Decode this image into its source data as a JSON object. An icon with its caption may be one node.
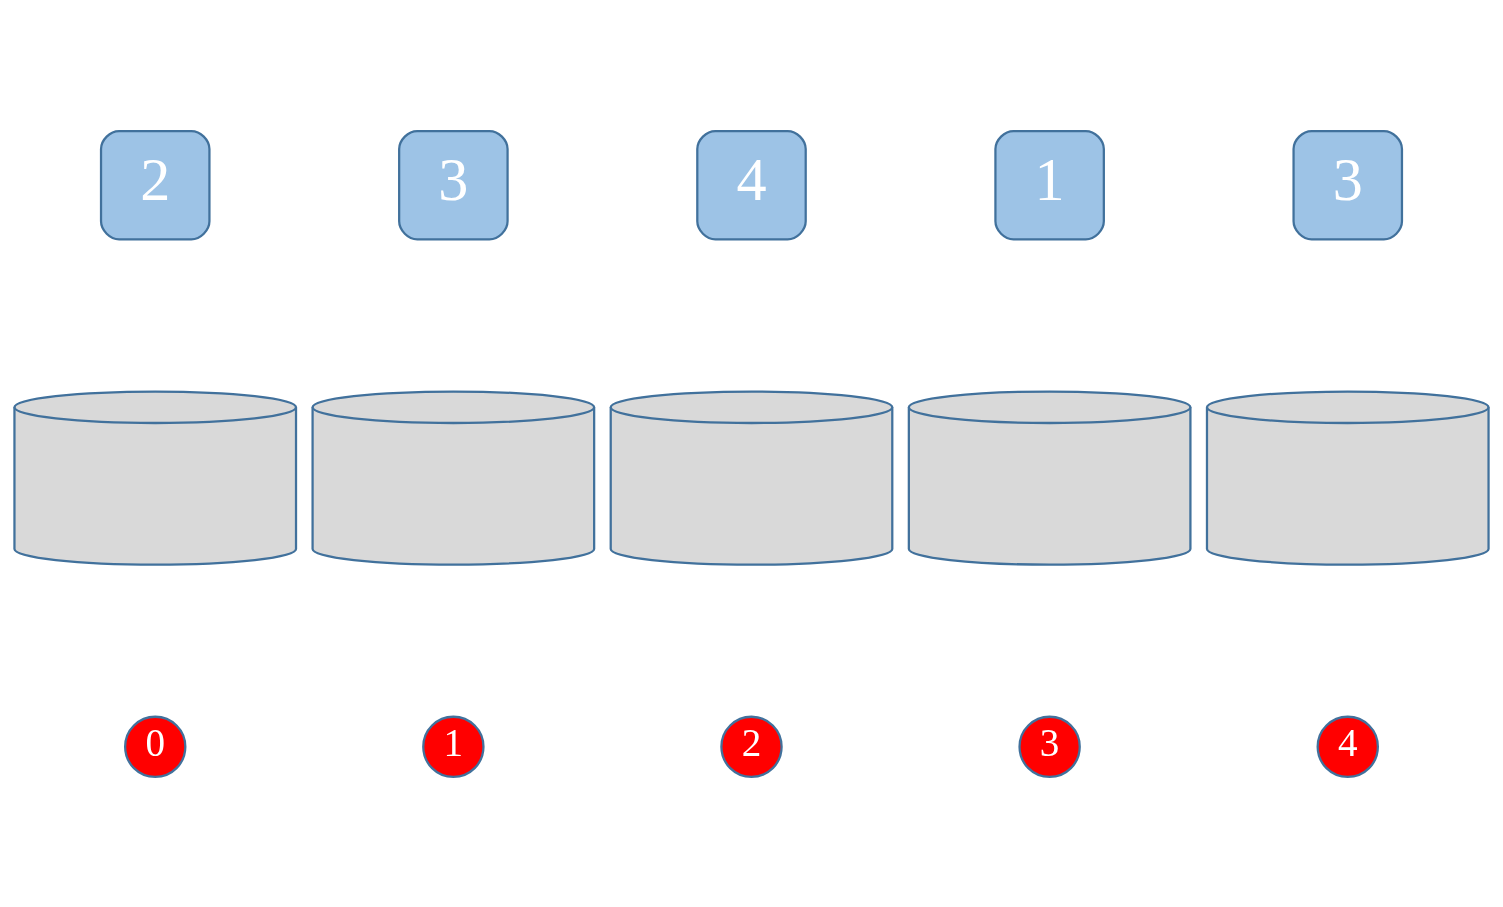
{
  "diagram": {
    "nodes": [
      {
        "text": [
          "2"
        ]
      },
      {
        "text": [
          "3"
        ]
      },
      {
        "text": [
          "4"
        ]
      },
      {
        "text": [
          "1"
        ]
      },
      {
        "text": [
          "3"
        ]
      },
      {
        "text": [],
        "shape": "cylinder"
      },
      {
        "text": [],
        "shape": "cylinder"
      },
      {
        "text": [],
        "shape": "cylinder"
      },
      {
        "text": [],
        "shape": "cylinder"
      },
      {
        "text": [],
        "shape": "cylinder"
      },
      {
        "text": [
          "0"
        ]
      },
      {
        "text": [
          "1"
        ]
      },
      {
        "text": [
          "2"
        ]
      },
      {
        "text": [
          "3"
        ]
      },
      {
        "text": [
          "4"
        ]
      }
    ]
  }
}
